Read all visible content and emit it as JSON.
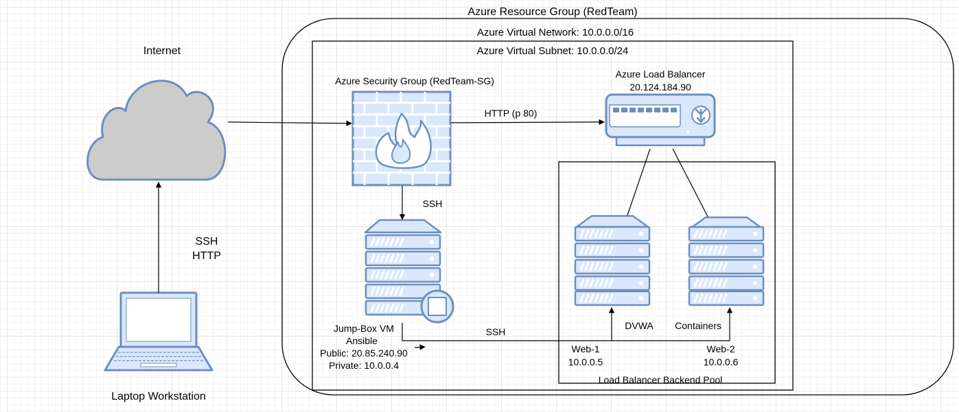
{
  "resource_group": {
    "label": "Azure Resource Group (RedTeam)"
  },
  "vnet": {
    "label": "Azure Virtual Network: 10.0.0.0/16"
  },
  "subnet": {
    "label": "Azure Virtual Subnet: 10.0.0.0/24"
  },
  "internet": {
    "label": "Internet"
  },
  "laptop": {
    "label": "Laptop Workstation"
  },
  "laptop_link": {
    "line1": "SSH",
    "line2": "HTTP"
  },
  "security_group": {
    "label": "Azure Security Group (RedTeam-SG)"
  },
  "http_link": {
    "label": "HTTP (p 80)"
  },
  "ssh_sg_link": {
    "label": "SSH"
  },
  "load_balancer": {
    "name": "Azure Load Balancer",
    "ip": "20.124.184.90"
  },
  "jumpbox": {
    "line1": "Jump-Box VM",
    "line2": "Ansible",
    "line3": "Public: 20.85.240.90",
    "line4": "Private: 10.0.0.4"
  },
  "ssh_jump_link": {
    "label": "SSH"
  },
  "backend_pool": {
    "label": "Load Balancer Backend Pool"
  },
  "web1": {
    "app": "DVWA",
    "name": "Web-1",
    "ip": "10.0.0.5"
  },
  "web2": {
    "app": "Containers",
    "name": "Web-2",
    "ip": "10.0.0.6"
  },
  "colors": {
    "stroke": "#6c8ebf",
    "fill": "#dae8fc",
    "cloud_fill": "#cccccc",
    "line": "#000000"
  }
}
